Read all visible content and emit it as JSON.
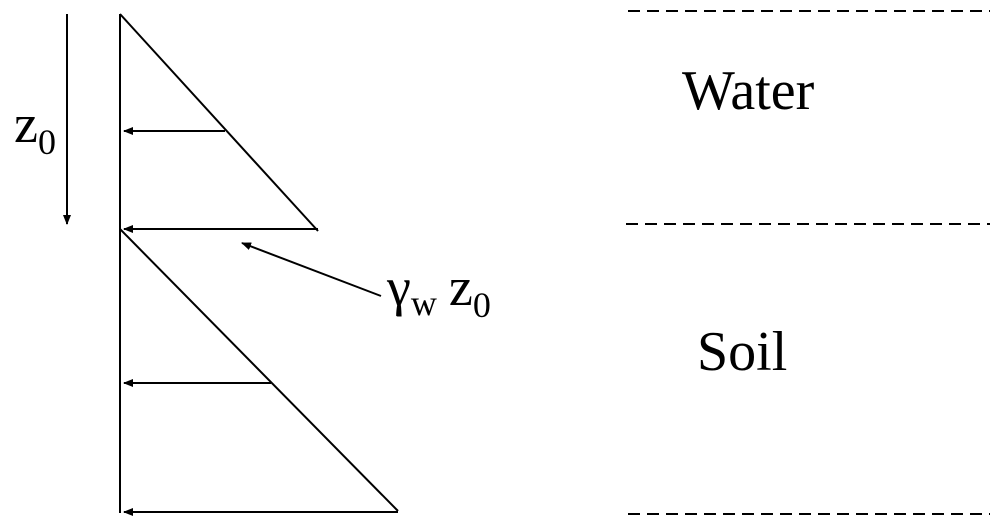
{
  "labels": {
    "depth_symbol": "z",
    "depth_subscript": "0",
    "pressure_gamma": "γ",
    "pressure_gamma_subscript": "w",
    "pressure_z": "z",
    "pressure_z_subscript": "0",
    "layer_top": "Water",
    "layer_bottom": "Soil"
  },
  "colors": {
    "ink": "#000000",
    "background": "#ffffff"
  }
}
